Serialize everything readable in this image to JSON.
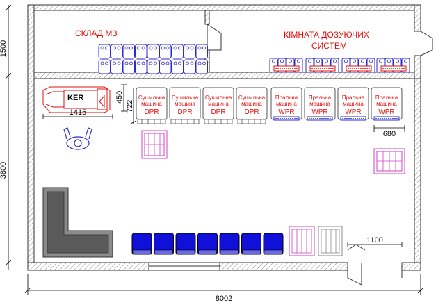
{
  "rooms": {
    "warehouse_label": "СКЛАД  МЗ",
    "dosing_room_line1": "КІМНАТА ДОЗУЮЧИХ",
    "dosing_room_line2": "СИСТЕМ"
  },
  "equipment": {
    "ironer_label": "KER",
    "dryer_name_line1": "Сушильна",
    "dryer_name_line2": "машина",
    "dryer_code": "DPR",
    "washer_name_line1": "Пральна",
    "washer_name_line2": "машина",
    "washer_code": "WPR",
    "dryer_count": 4,
    "washer_count": 4,
    "blue_chair_count": 7
  },
  "dimensions": {
    "top_room_height": "1500",
    "main_room_height": "3800",
    "total_width": "8002",
    "ironer_width": "1415",
    "ironer_depth": "450",
    "dryer_depth": "722",
    "washer_width": "680",
    "door_width": "1100"
  },
  "colors": {
    "wall": "#333333",
    "red_label": "#e01010",
    "storage_blue": "#2a2ad0",
    "chair_blue": "#1010d8",
    "table_pink": "#d040c0",
    "counter_gray": "#8a8a8a"
  }
}
